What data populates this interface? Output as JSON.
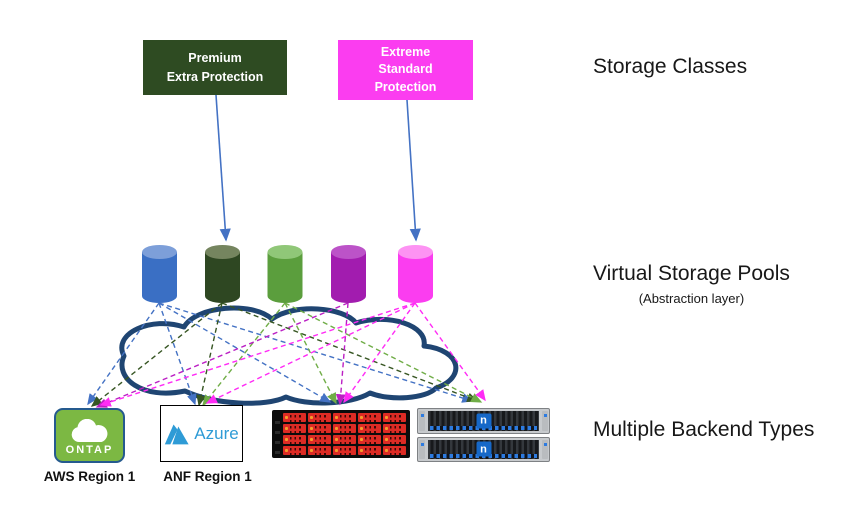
{
  "labels": {
    "storage_classes": "Storage Classes",
    "virtual_storage_pools": "Virtual Storage Pools",
    "abstraction_layer": "(Abstraction layer)",
    "multiple_backend_types": "Multiple Backend Types"
  },
  "storage_class_boxes": [
    {
      "name": "premium-extra-protection",
      "text": "Premium\nExtra Protection",
      "color": "#2E4B22",
      "text_color": "#FFFFFF"
    },
    {
      "name": "extreme-standard-protection",
      "text": "Extreme\nStandard\nProtection",
      "color": "#FB3DF0",
      "text_color": "#FFFFFF"
    }
  ],
  "pools": [
    {
      "name": "blue-pool",
      "body_color": "#3A6FC4",
      "top_color": "#7D9FD9"
    },
    {
      "name": "dark-green-pool",
      "body_color": "#2E4722",
      "top_color": "#75855F"
    },
    {
      "name": "green-pool",
      "body_color": "#5B9E3D",
      "top_color": "#90C778"
    },
    {
      "name": "purple-pool",
      "body_color": "#A21CAF",
      "top_color": "#BC53C8"
    },
    {
      "name": "magenta-pool",
      "body_color": "#FB3DF0",
      "top_color": "#FD93F3"
    }
  ],
  "backends": [
    {
      "name": "ontap-aws",
      "icon": "ontap-cloud-icon",
      "icon_text": "ONTAP",
      "label": "AWS Region 1"
    },
    {
      "name": "azure-anf",
      "icon": "azure-logo-icon",
      "icon_text": "Azure",
      "label": "ANF Region 1"
    },
    {
      "name": "red-disk-shelf",
      "icon": "disk-shelf-icon",
      "rows": 4,
      "cols": 5
    },
    {
      "name": "netapp-appliance",
      "icon": "netapp-controller-icon",
      "logo_letter": "n",
      "units": 2
    }
  ],
  "class_to_pool_arrows": [
    {
      "from": "premium-extra-protection",
      "to": "dark-green-pool"
    },
    {
      "from": "extreme-standard-protection",
      "to": "magenta-pool"
    }
  ],
  "pool_to_backend_links": [
    {
      "from": "blue-pool",
      "to": [
        "ontap-aws",
        "azure-anf",
        "red-disk-shelf",
        "netapp-appliance"
      ]
    },
    {
      "from": "dark-green-pool",
      "to": [
        "ontap-aws",
        "azure-anf",
        "netapp-appliance"
      ]
    },
    {
      "from": "green-pool",
      "to": [
        "azure-anf",
        "red-disk-shelf",
        "netapp-appliance"
      ]
    },
    {
      "from": "purple-pool",
      "to": [
        "ontap-aws",
        "red-disk-shelf"
      ]
    },
    {
      "from": "magenta-pool",
      "to": [
        "ontap-aws",
        "azure-anf",
        "red-disk-shelf",
        "netapp-appliance"
      ]
    }
  ],
  "palette": {
    "arrow_blue": "#4472C4",
    "cloud_outline": "#1F4572",
    "line_blue": "#4472C4",
    "line_dark_green": "#375623",
    "line_green": "#70AD47",
    "line_purple": "#BB1FC4",
    "line_magenta": "#FF2BF5",
    "ontap_green": "#7CB843",
    "azure_blue": "#2E9BD6",
    "netapp_logo_blue": "#1668C8"
  }
}
